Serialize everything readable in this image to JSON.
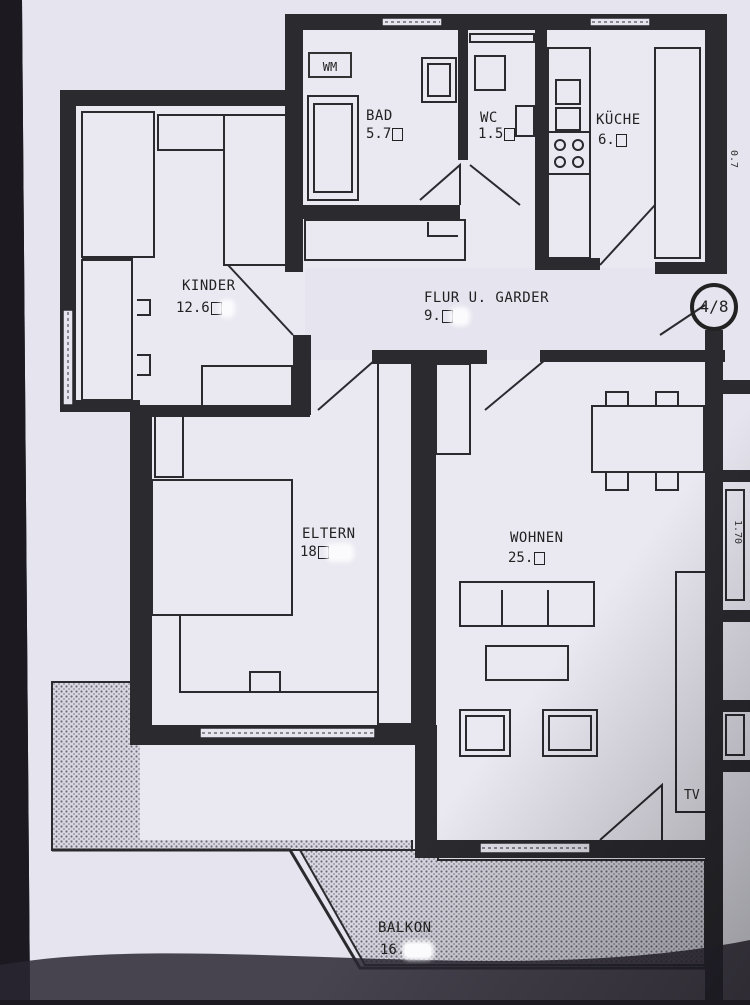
{
  "plan": {
    "rooms": [
      {
        "id": "bad",
        "name": "BAD",
        "area": "5.7"
      },
      {
        "id": "wc",
        "name": "WC",
        "area": "1.5"
      },
      {
        "id": "kueche",
        "name": "KÜCHE",
        "area": "6."
      },
      {
        "id": "kinder",
        "name": "KINDER",
        "area": "12.6"
      },
      {
        "id": "flur",
        "name": "FLUR U. GARDER",
        "area": "9."
      },
      {
        "id": "eltern",
        "name": "ELTERN",
        "area": "18"
      },
      {
        "id": "wohnen",
        "name": "WOHNEN",
        "area": "25."
      },
      {
        "id": "balkon",
        "name": "BALKON",
        "area": "16."
      }
    ],
    "fixtures": {
      "washing_machine": "WM",
      "tv": "TV"
    },
    "unit_badge": "4/8",
    "edge_marks": [
      "0.7",
      "1.70"
    ]
  },
  "colors": {
    "paper": "#e6e5ef",
    "wall": "#2b2a2f",
    "hatch": "#9a98a4",
    "background": "#1c1a20"
  }
}
